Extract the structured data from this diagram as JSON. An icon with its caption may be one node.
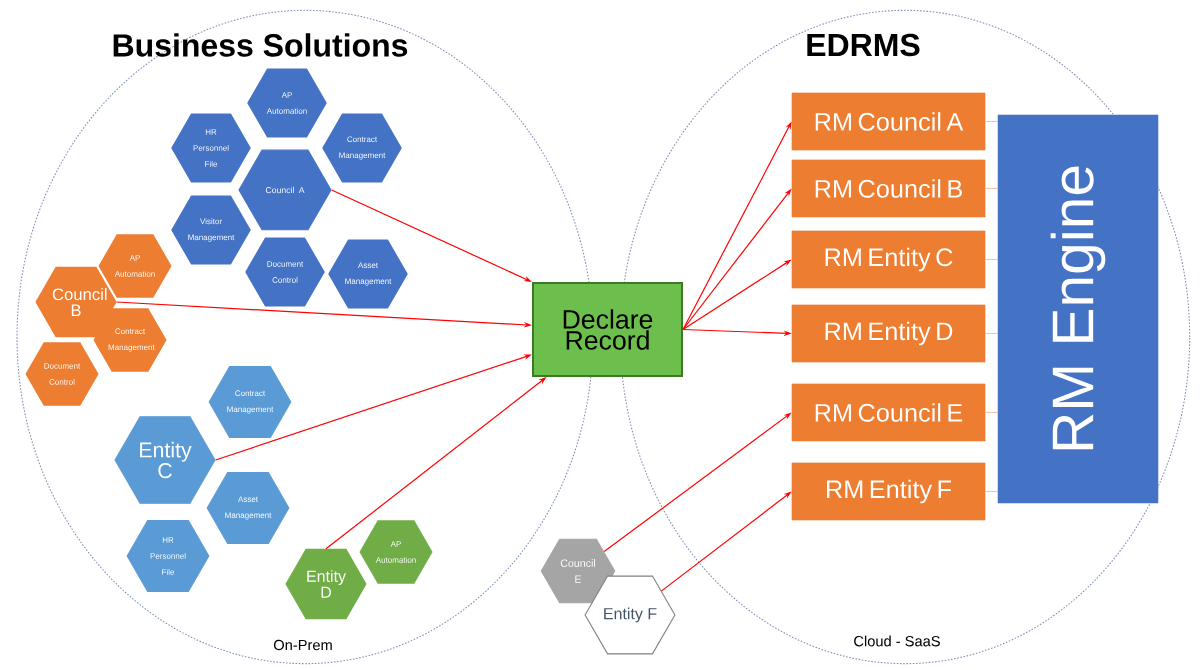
{
  "diagram": {
    "nodes": [
      {
        "text": [
          "Business Solutions",
          "On-Prem"
        ]
      },
      {
        "text": [
          "EDRMS",
          "Cloud - SaaS"
        ]
      },
      {
        "text": [
          "AP Automation"
        ],
        "in": 0
      },
      {
        "text": [
          "HR Personnel File"
        ],
        "in": 0
      },
      {
        "text": [
          "Contract Management"
        ],
        "in": 0
      },
      {
        "text": [
          "Council A"
        ],
        "in": 0
      },
      {
        "text": [
          "Visitor Management"
        ],
        "in": 0
      },
      {
        "text": [
          "Asset Management"
        ],
        "in": 0
      },
      {
        "text": [
          "Document Control"
        ],
        "in": 0
      },
      {
        "text": [
          "AP Automation"
        ],
        "in": 0
      },
      {
        "text": [
          "Council B"
        ],
        "in": 0
      },
      {
        "text": [
          "Contract Management"
        ],
        "in": 0
      },
      {
        "text": [
          "Document Control"
        ],
        "in": 0
      },
      {
        "text": [
          "Contract Management"
        ],
        "in": 0
      },
      {
        "text": [
          "Entity C"
        ],
        "in": 0
      },
      {
        "text": [
          "Asset Management"
        ],
        "in": 0
      },
      {
        "text": [
          "HR Personnel File"
        ],
        "in": 0
      },
      {
        "text": [
          "AP Automation"
        ],
        "in": 0
      },
      {
        "text": [
          "Entity D"
        ],
        "in": 0
      },
      {
        "text": [
          "Declare Record"
        ]
      },
      {
        "text": [
          "RM Council A"
        ],
        "in": 1
      },
      {
        "text": [
          "RM Council B"
        ],
        "in": 1
      },
      {
        "text": [
          "RM Entity C"
        ],
        "in": 1
      },
      {
        "text": [
          "RM Entity D"
        ],
        "in": 1
      },
      {
        "text": [
          "RM Council E"
        ],
        "in": 1
      },
      {
        "text": [
          "RM Entity F"
        ],
        "in": 1
      },
      {
        "text": [
          "RM Engine"
        ],
        "in": 1
      },
      {
        "text": [
          "Council E"
        ]
      },
      {
        "text": [
          "Entity F"
        ]
      }
    ],
    "edges": [
      {
        "from": 5,
        "to": 19,
        "arrow": "to"
      },
      {
        "from": 10,
        "to": 19,
        "arrow": "to"
      },
      {
        "from": 14,
        "to": 19,
        "arrow": "to"
      },
      {
        "from": 18,
        "to": 19,
        "arrow": "to"
      },
      {
        "from": 19,
        "to": 20,
        "arrow": "to"
      },
      {
        "from": 19,
        "to": 21,
        "arrow": "to"
      },
      {
        "from": 19,
        "to": 22,
        "arrow": "to"
      },
      {
        "from": 19,
        "to": 23,
        "arrow": "to"
      },
      {
        "from": 27,
        "to": 24,
        "arrow": "to"
      },
      {
        "from": 28,
        "to": 25,
        "arrow": "to"
      },
      {
        "from": 20,
        "to": 26,
        "arrow": "none",
        "color": "#f4b183"
      },
      {
        "from": 21,
        "to": 26,
        "arrow": "none",
        "color": "#f4b183"
      },
      {
        "from": 22,
        "to": 26,
        "arrow": "none",
        "color": "#f4b183"
      },
      {
        "from": 23,
        "to": 26,
        "arrow": "none",
        "color": "#f4b183"
      },
      {
        "from": 24,
        "to": 26,
        "arrow": "none",
        "color": "#f4b183"
      },
      {
        "from": 25,
        "to": 26,
        "arrow": "none",
        "color": "#f4b183"
      }
    ]
  }
}
